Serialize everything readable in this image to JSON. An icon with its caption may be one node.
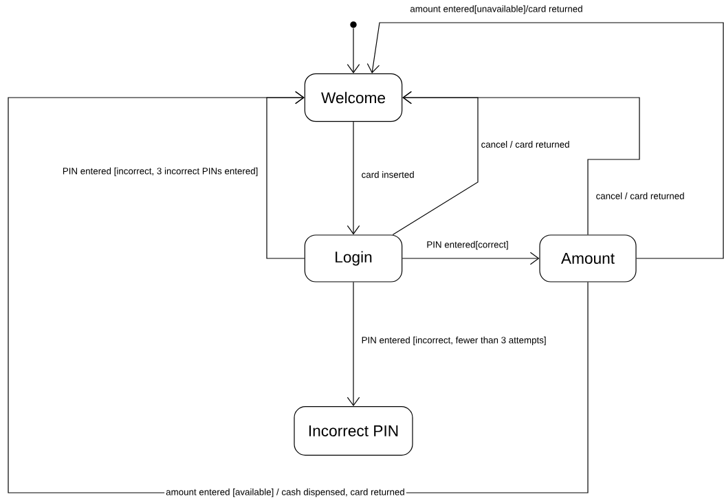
{
  "diagram": {
    "nodes": [
      {
        "text": [],
        "shape": "circle"
      },
      {
        "text": [
          "Welcome"
        ]
      },
      {
        "text": [
          "Login"
        ]
      },
      {
        "text": [
          "Amount"
        ]
      },
      {
        "text": [
          "Incorrect PIN"
        ]
      }
    ],
    "edges": [
      {
        "from": 0,
        "to": 1,
        "arrow": "to"
      },
      {
        "from": 1,
        "to": 2,
        "arrow": "to",
        "label": "card inserted"
      },
      {
        "from": 2,
        "to": 3,
        "arrow": "to",
        "label": "PIN entered[correct]"
      },
      {
        "from": 2,
        "to": 4,
        "arrow": "to",
        "label": "PIN entered [incorrect, fewer than 3 attempts]"
      },
      {
        "from": 2,
        "to": 1,
        "arrow": "to",
        "label": "PIN entered [incorrect, 3 incorrect PINs entered]"
      },
      {
        "from": 2,
        "to": 1,
        "arrow": "to",
        "label": "cancel / card returned"
      },
      {
        "from": 3,
        "to": 1,
        "arrow": "to",
        "label": "cancel / card returned"
      },
      {
        "from": 3,
        "to": 1,
        "arrow": "to",
        "label": "amount entered[unavailable]/card returned"
      },
      {
        "from": 3,
        "to": 1,
        "arrow": "to",
        "label": "amount entered [available] / cash dispensed, card returned"
      }
    ]
  }
}
